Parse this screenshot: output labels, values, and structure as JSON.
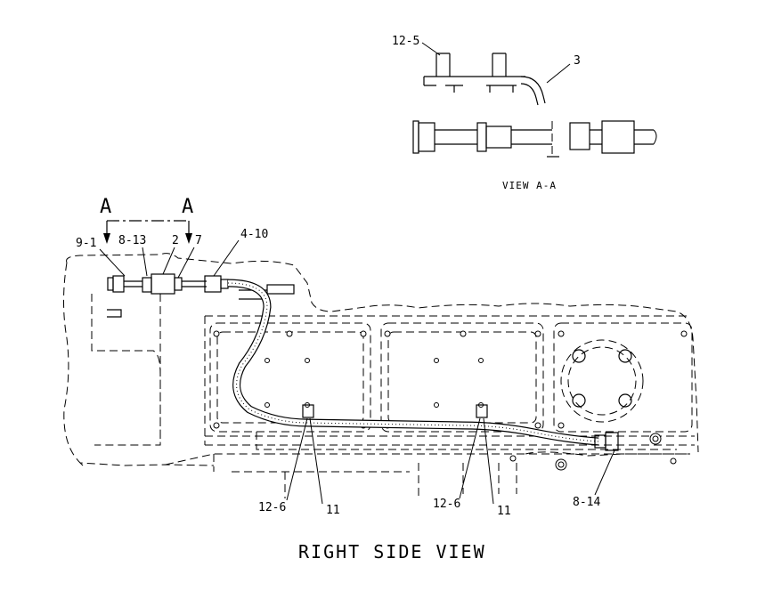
{
  "title": "RIGHT SIDE VIEW",
  "view_aa": {
    "caption": "VIEW A-A",
    "labels": [
      "12-5",
      "3"
    ]
  },
  "section_marks": [
    "A",
    "A"
  ],
  "callouts": {
    "c_9_1": "9-1",
    "c_8_13": "8-13",
    "c_2": "2",
    "c_7": "7",
    "c_4_10": "4-10",
    "c_12_6_left": "12-6",
    "c_11_left": "11",
    "c_12_6_right": "12-6",
    "c_11_right": "11",
    "c_8_14": "8-14"
  }
}
